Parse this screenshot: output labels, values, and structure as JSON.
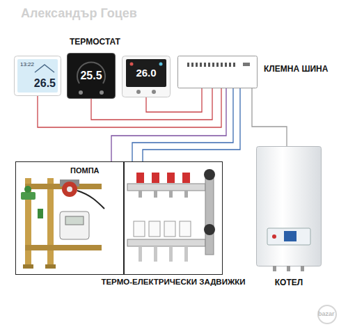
{
  "diagram": {
    "nodes": [
      {
        "text": [
          "13:22",
          "26.5"
        ]
      },
      {
        "text": [
          "25.5"
        ]
      },
      {
        "text": [
          "26.0"
        ]
      },
      {
        "text": [
          "КЛЕМНА ШИНА"
        ]
      },
      {
        "text": [
          "ПОМПА"
        ]
      },
      {
        "text": [
          "ТЕРМО-ЕЛЕКТРИЧЕСКИ ЗАДВИЖКИ"
        ]
      },
      {
        "text": [
          "КОТЕЛ"
        ]
      }
    ],
    "edges": [
      {
        "from": 0,
        "to": 3,
        "arrow": "none"
      },
      {
        "from": 1,
        "to": 3,
        "arrow": "none"
      },
      {
        "from": 2,
        "to": 3,
        "arrow": "none"
      },
      {
        "from": 3,
        "to": 4,
        "arrow": "none"
      },
      {
        "from": 3,
        "to": 5,
        "arrow": "none"
      },
      {
        "from": 3,
        "to": 5,
        "arrow": "none"
      },
      {
        "from": 3,
        "to": 6,
        "arrow": "none"
      }
    ],
    "labels": [
      "Александър Гоцев",
      "ТЕРМОСТАТ",
      "bazar"
    ]
  }
}
